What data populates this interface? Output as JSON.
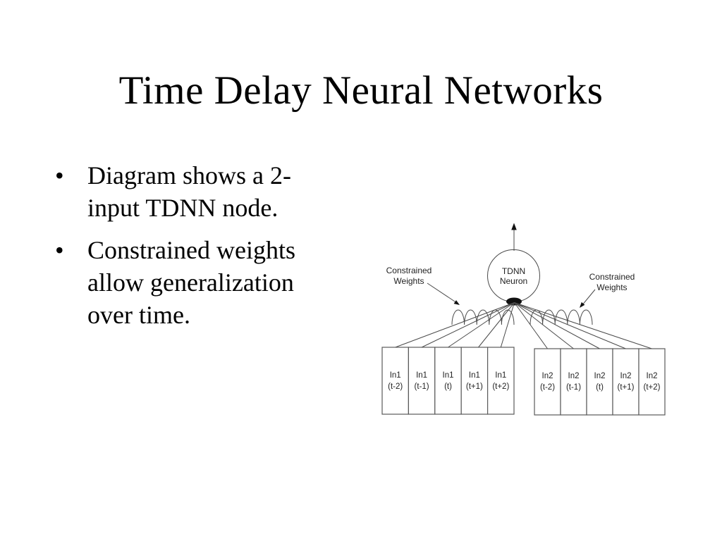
{
  "colors": {
    "background": "#ffffff",
    "text": "#000000",
    "diagram_stroke": "#4a4a4a",
    "diagram_text": "#1f1f1f"
  },
  "slide": {
    "title": "Time Delay Neural Networks",
    "bullet_marker": "•",
    "bullets": [
      {
        "text": "Diagram shows a 2-\ninput TDNN node."
      },
      {
        "text": "Constrained weights\nallow generalization\nover time."
      }
    ]
  },
  "diagram": {
    "neuron": {
      "line1": "TDNN",
      "line2": "Neuron"
    },
    "left_weights_label": {
      "line1": "Constrained",
      "line2": "Weights"
    },
    "right_weights_label": {
      "line1": "Constrained",
      "line2": "Weights"
    },
    "groups": [
      {
        "name": "In1",
        "cells": [
          {
            "line1": "In1",
            "line2": "(t-2)"
          },
          {
            "line1": "In1",
            "line2": "(t-1)"
          },
          {
            "line1": "In1",
            "line2": "(t)"
          },
          {
            "line1": "In1",
            "line2": "(t+1)"
          },
          {
            "line1": "In1",
            "line2": "(t+2)"
          }
        ]
      },
      {
        "name": "In2",
        "cells": [
          {
            "line1": "In2",
            "line2": "(t-2)"
          },
          {
            "line1": "In2",
            "line2": "(t-1)"
          },
          {
            "line1": "In2",
            "line2": "(t)"
          },
          {
            "line1": "In2",
            "line2": "(t+1)"
          },
          {
            "line1": "In2",
            "line2": "(t+2)"
          }
        ]
      }
    ]
  }
}
